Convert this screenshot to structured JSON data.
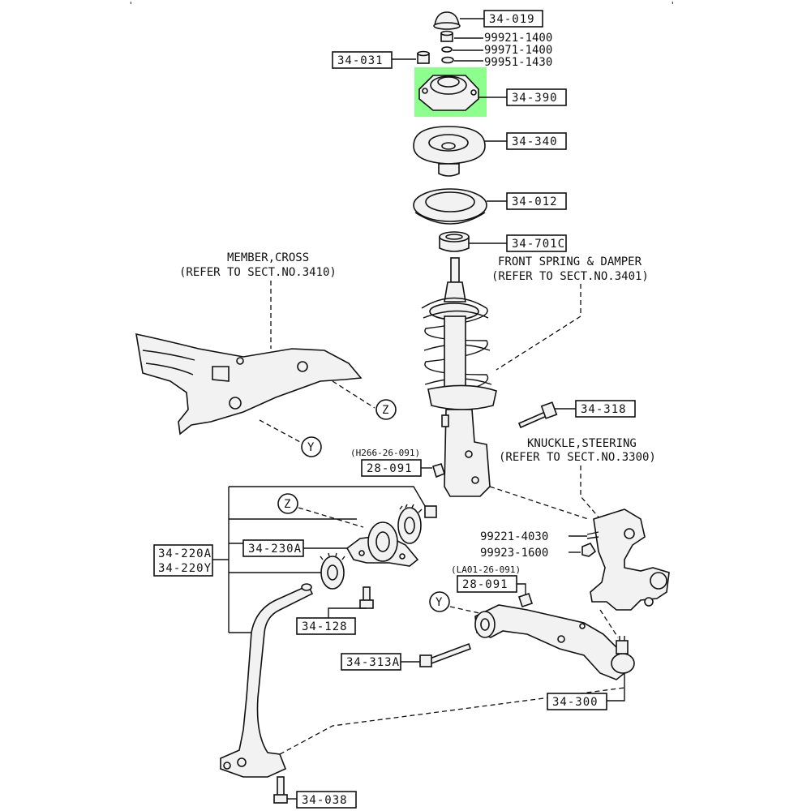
{
  "callouts": {
    "c34_019": "34-019",
    "c34_031": "34-031",
    "c34_390": "34-390",
    "c34_340": "34-340",
    "c34_012": "34-012",
    "c34_701c": "34-701C",
    "c34_318": "34-318",
    "c28_091a": "28-091",
    "c28_091b": "28-091",
    "c34_220a": "34-220A",
    "c34_220y": "34-220Y",
    "c34_230a": "34-230A",
    "c34_128": "34-128",
    "c34_313a": "34-313A",
    "c34_300": "34-300",
    "c34_038": "34-038"
  },
  "part_numbers": {
    "p99921_1400": "99921-1400",
    "p99971_1400": "99971-1400",
    "p99951_1430": "99951-1430",
    "p99221_4030": "99221-4030",
    "p99923_1600": "99923-1600",
    "h266": "(H266-26-091)",
    "la01": "(LA01-26-091)"
  },
  "references": {
    "member_cross_1": "MEMBER,CROSS",
    "member_cross_2": "(REFER TO SECT.NO.3410)",
    "spring_1": "FRONT SPRING & DAMPER",
    "spring_2": "(REFER TO SECT.NO.3401)",
    "knuckle_1": "KNUCKLE,STEERING",
    "knuckle_2": "(REFER TO SECT.NO.3300)"
  },
  "markers": {
    "z1": "Z",
    "y1": "Y",
    "z2": "Z",
    "y2": "Y"
  },
  "highlight_color": "#00ff00"
}
